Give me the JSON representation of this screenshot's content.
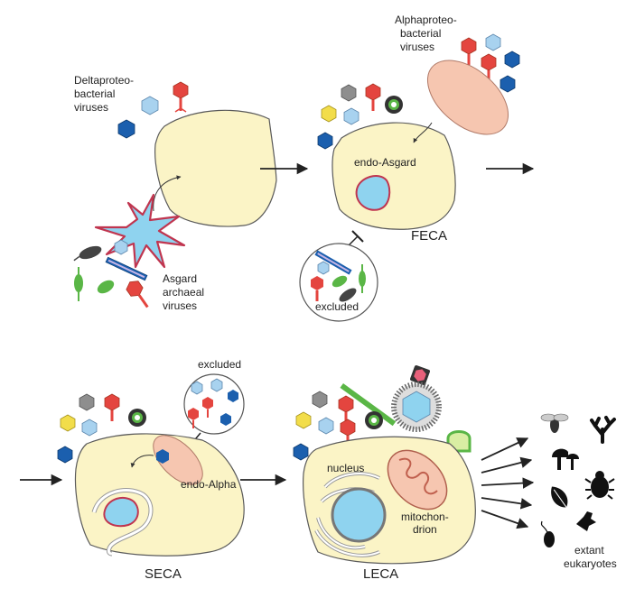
{
  "labels": {
    "deltaproteo": [
      "Deltaproteo-",
      "bacterial",
      "viruses"
    ],
    "alphaproteo": [
      "Alphaproteo-",
      "bacterial",
      "viruses"
    ],
    "asgard_viruses": [
      "Asgard",
      "archaeal",
      "viruses"
    ],
    "endo_asgard": "endo-Asgard",
    "feca": "FECA",
    "excluded_top": "excluded",
    "excluded_bottom": "excluded",
    "endo_alpha": "endo-Alpha",
    "seca": "SECA",
    "leca": "LECA",
    "nucleus": "nucleus",
    "mitochondrion": [
      "mitochon-",
      "drion"
    ],
    "extant_eukaryotes": [
      "extant",
      "eukaryotes"
    ]
  },
  "colors": {
    "cell_fill": "#fbf4c6",
    "asgard_fill": "#8fd3ef",
    "asgard_border": "#c0354f",
    "alpha_fill": "#f6c6b0",
    "virus_red": "#e4453f",
    "virus_blue": "#1b5fae",
    "virus_light_blue": "#a8d2ef",
    "virus_yellow": "#f2dd4a",
    "virus_gray": "#8e8e8e",
    "virus_green": "#5ab646"
  }
}
